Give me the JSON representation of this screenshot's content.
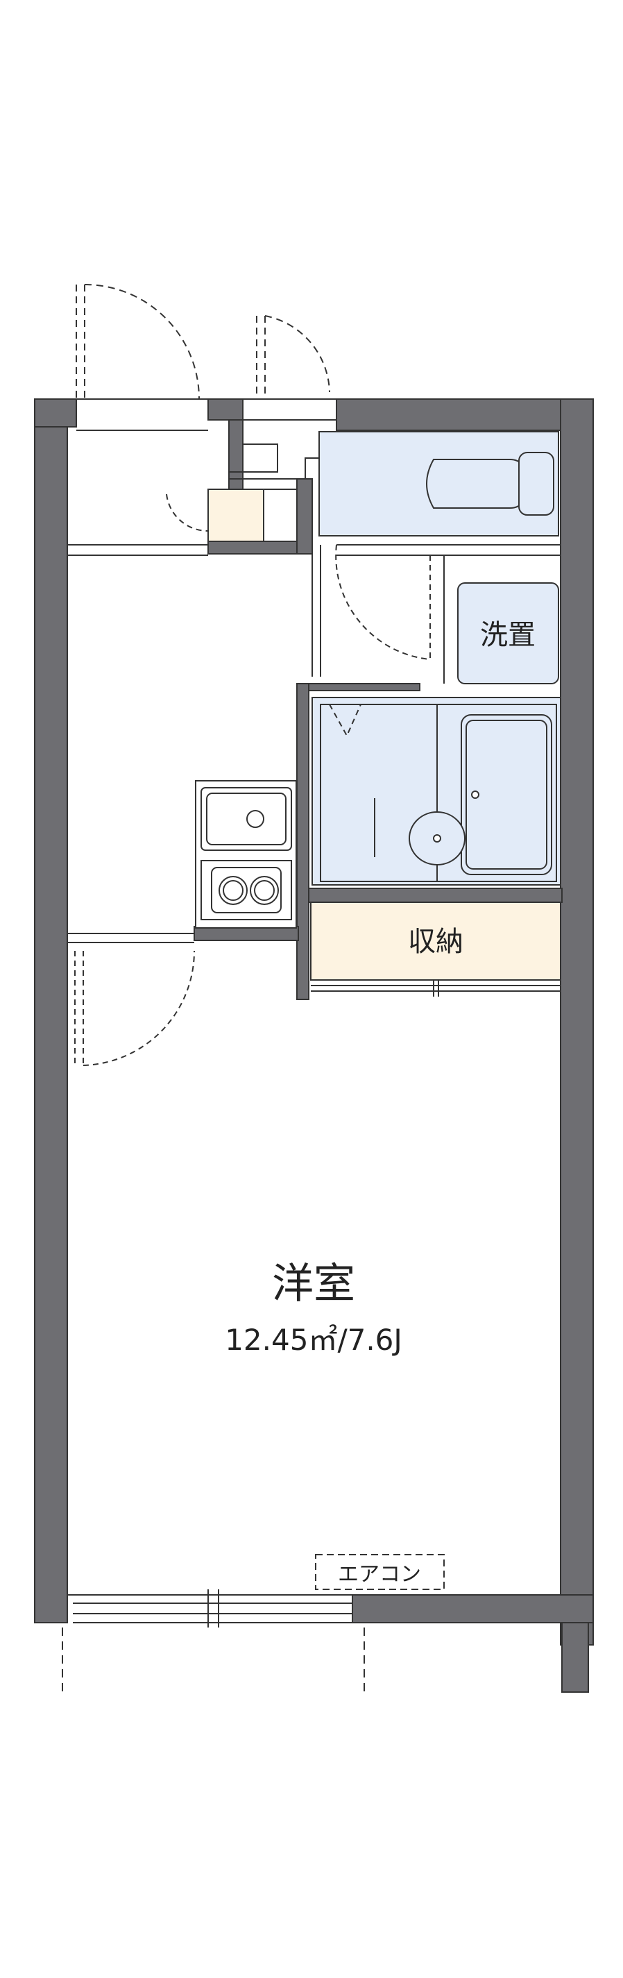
{
  "rooms": {
    "western_room": {
      "name": "洋室",
      "area": "12.45㎡/7.6J"
    },
    "storage": {
      "name": "収納"
    },
    "washer": {
      "name": "洗置"
    },
    "aircon": {
      "name": "エアコン"
    }
  },
  "colors": {
    "wall": "#6e6e72",
    "wet_area": "#e2ebf8",
    "storage_fill": "#fdf3e1",
    "shoe_box_fill": "#fdf3e1",
    "line": "#333333"
  }
}
